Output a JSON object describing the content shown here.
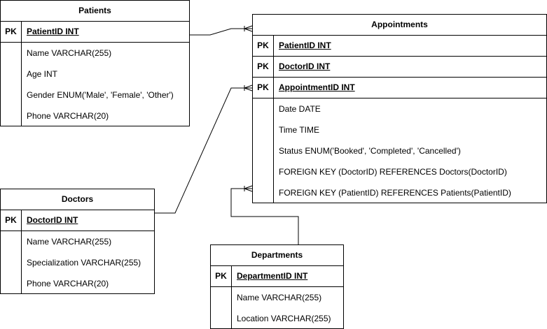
{
  "entities": {
    "patients": {
      "title": "Patients",
      "pk": [
        {
          "tag": "PK",
          "name": "PatientID INT"
        }
      ],
      "attributes": [
        "Name VARCHAR(255)",
        "Age INT",
        "Gender ENUM('Male', 'Female', 'Other')",
        "Phone VARCHAR(20)"
      ]
    },
    "appointments": {
      "title": "Appointments",
      "pk": [
        {
          "tag": "PK",
          "name": "PatientID INT"
        },
        {
          "tag": "PK",
          "name": "DoctorID INT"
        },
        {
          "tag": "PK",
          "name": "AppointmentID INT"
        }
      ],
      "attributes": [
        "Date DATE",
        "Time TIME",
        "Status ENUM('Booked', 'Completed', 'Cancelled')",
        "FOREIGN KEY (DoctorID) REFERENCES Doctors(DoctorID)",
        "FOREIGN KEY (PatientID) REFERENCES Patients(PatientID)"
      ]
    },
    "doctors": {
      "title": "Doctors",
      "pk": [
        {
          "tag": "PK",
          "name": "DoctorID INT"
        }
      ],
      "attributes": [
        "Name VARCHAR(255)",
        "Specialization VARCHAR(255)",
        "Phone VARCHAR(20)"
      ]
    },
    "departments": {
      "title": "Departments",
      "pk": [
        {
          "tag": "PK",
          "name": "DepartmentID INT"
        }
      ],
      "attributes": [
        "Name VARCHAR(255)",
        "Location VARCHAR(255)"
      ]
    }
  },
  "relationships": [
    {
      "from": "patients",
      "to": "appointments",
      "to_end": "many"
    },
    {
      "from": "doctors",
      "to": "appointments",
      "to_end": "many"
    },
    {
      "from": "departments",
      "to": "appointments",
      "to_end": "many"
    }
  ]
}
